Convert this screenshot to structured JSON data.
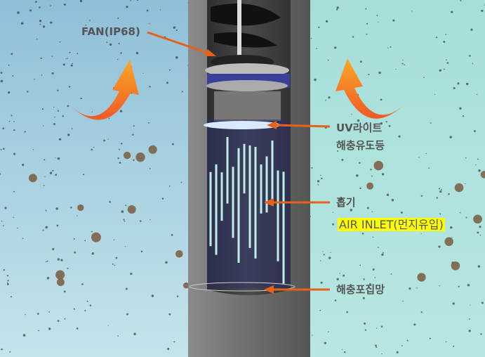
{
  "labels": {
    "fan": "FAN(IP68)",
    "uv_line1": "UV라이트",
    "uv_line2": "해충유도등",
    "intake": "흡기",
    "air_inlet": "AIR INLET(먼지유입)",
    "trap_net": "해충포집망"
  },
  "colors": {
    "callout": "#e8611a",
    "highlight": "#ffff00",
    "bg_left": "#9cc8dc",
    "bg_right": "#ade2dc",
    "uv_light": "#3a3fb0"
  }
}
